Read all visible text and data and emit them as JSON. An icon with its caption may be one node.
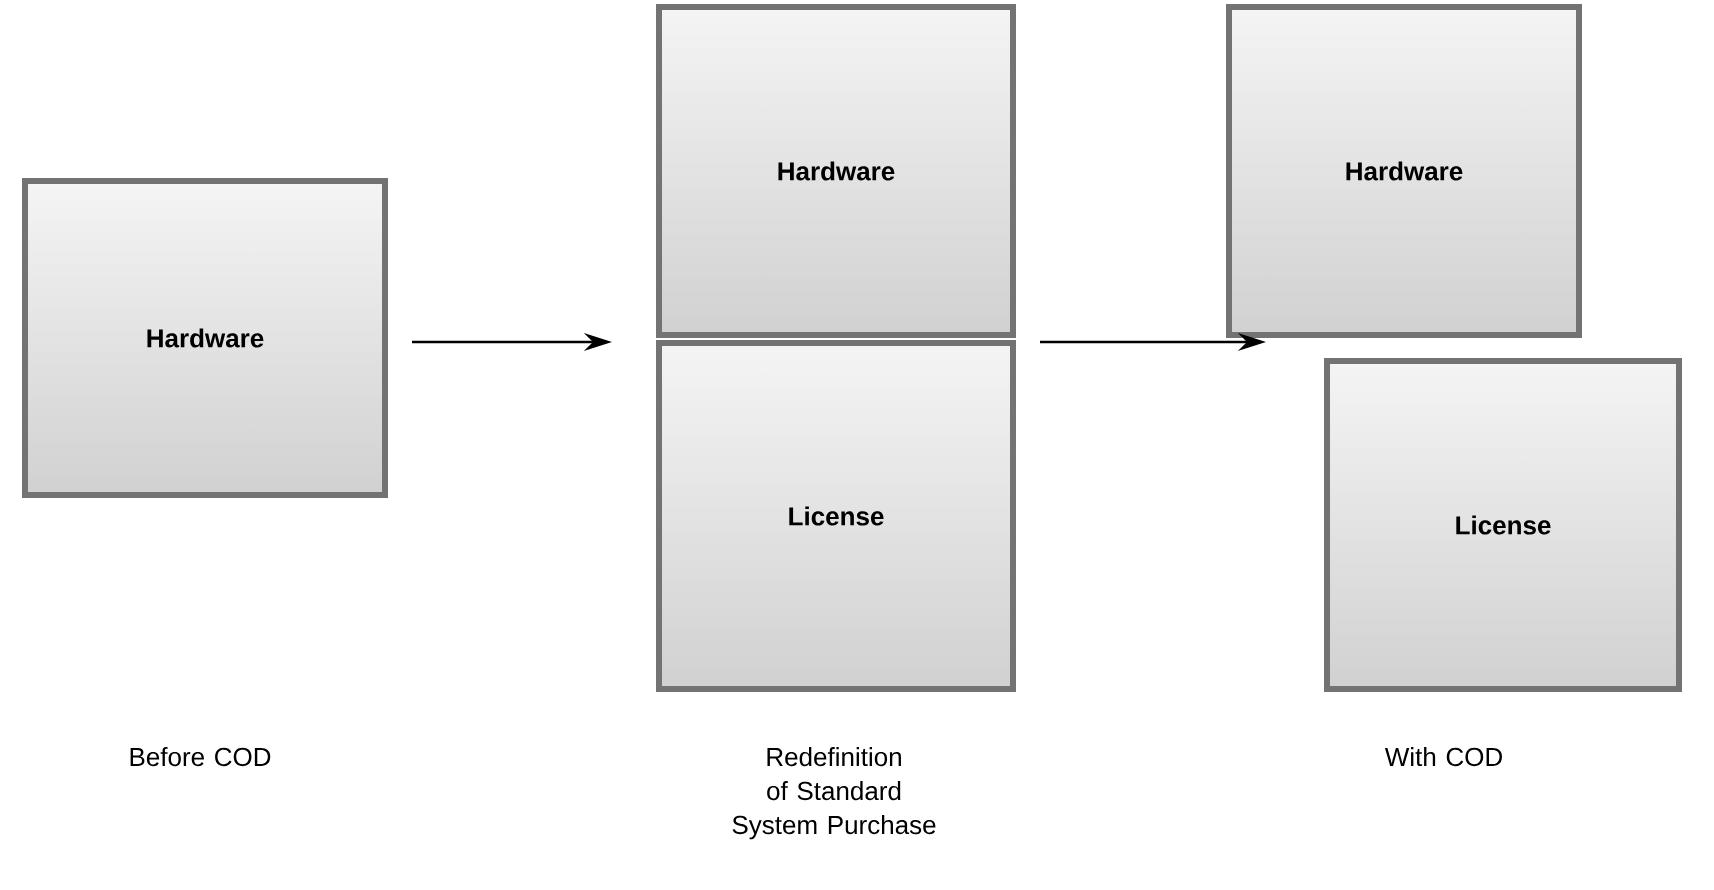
{
  "diagram": {
    "nodes": [
      {
        "text": [
          "Hardware"
        ]
      },
      {
        "text": [
          "Hardware"
        ]
      },
      {
        "text": [
          "License"
        ]
      },
      {
        "text": [
          "Hardware"
        ]
      },
      {
        "text": [
          "License"
        ]
      }
    ],
    "edges": [
      {
        "from": 0,
        "to": 1,
        "arrow": "to"
      },
      {
        "from": 1,
        "to": 3,
        "arrow": "to"
      }
    ],
    "labels": [
      "Before COD",
      "Redefinition of Standard System Purchase",
      "With COD"
    ]
  }
}
